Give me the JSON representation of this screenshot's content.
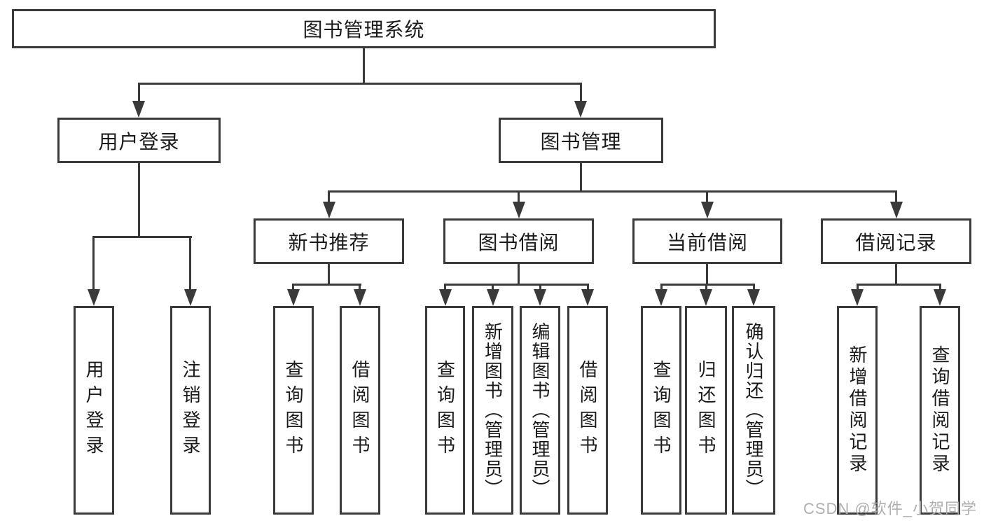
{
  "diagram": {
    "root": {
      "label": "图书管理系统"
    },
    "level2": [
      {
        "id": "user-login",
        "label": "用户登录"
      },
      {
        "id": "book-management",
        "label": "图书管理"
      }
    ],
    "level3": [
      {
        "id": "new-book-recommend",
        "label": "新书推荐"
      },
      {
        "id": "book-borrowing",
        "label": "图书借阅"
      },
      {
        "id": "current-borrowing",
        "label": "当前借阅"
      },
      {
        "id": "borrowing-records",
        "label": "借阅记录"
      }
    ],
    "leaves": {
      "user_login": [
        {
          "label": "用户登录"
        },
        {
          "label": "注销登录"
        }
      ],
      "new_book_recommend": [
        {
          "label": "查询图书"
        },
        {
          "label": "借阅图书"
        }
      ],
      "book_borrowing": [
        {
          "label": "查询图书"
        },
        {
          "label": "新增图书（管理员）"
        },
        {
          "label": "编辑图书（管理员）"
        },
        {
          "label": "借阅图书"
        }
      ],
      "current_borrowing": [
        {
          "label": "查询图书"
        },
        {
          "label": "归还图书"
        },
        {
          "label": "确认归还（管理员）"
        }
      ],
      "borrowing_records": [
        {
          "label": "新增借阅记录"
        },
        {
          "label": "查询借阅记录"
        }
      ]
    }
  },
  "watermark": {
    "text": "CSDN @软件_小贺同学"
  },
  "colors": {
    "line": "#3a3a3a",
    "text": "#1a1a1a",
    "watermark": "#a8a8a8",
    "background": "#ffffff"
  }
}
